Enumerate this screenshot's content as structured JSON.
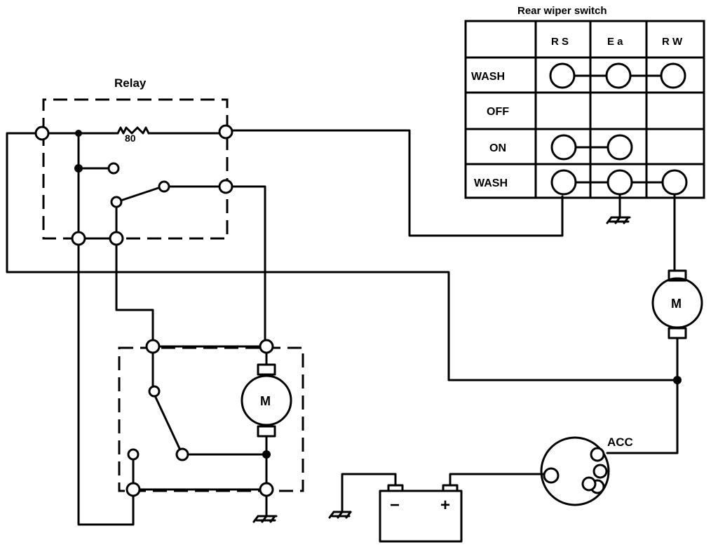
{
  "relay": {
    "label": "Relay",
    "resistor_label": "80"
  },
  "switch_table": {
    "title": "Rear wiper switch",
    "columns": [
      "R S",
      "E a",
      "R W"
    ],
    "rows": [
      {
        "label": "WASH",
        "connected": [
          "R S",
          "E a",
          "R W"
        ]
      },
      {
        "label": "OFF",
        "connected": []
      },
      {
        "label": "ON",
        "connected": [
          "R S",
          "E a"
        ]
      },
      {
        "label": "WASH",
        "connected": [
          "R S",
          "E a",
          "R W"
        ]
      }
    ]
  },
  "wiper_motor": {
    "label": "M"
  },
  "washer_motor": {
    "label": "M"
  },
  "ignition": {
    "label": "ACC"
  },
  "battery": {
    "minus": "−",
    "plus": "+"
  }
}
